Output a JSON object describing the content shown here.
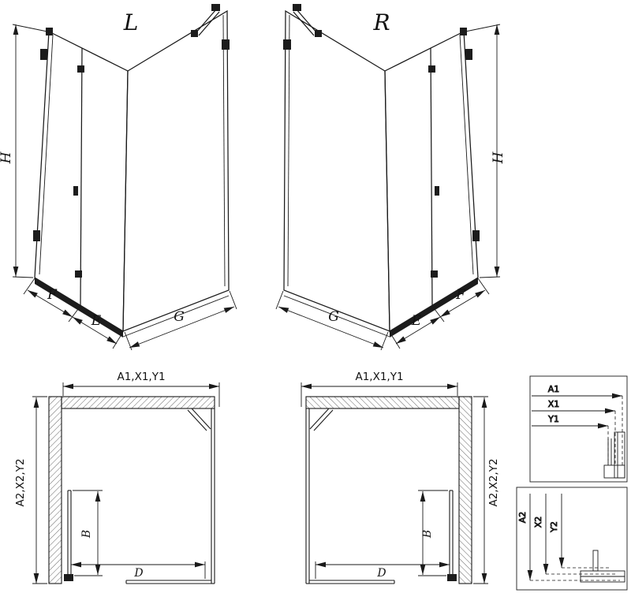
{
  "sheet": {
    "background": "#ffffff",
    "line_color": "#1a1a1a"
  },
  "views": {
    "iso_left": {
      "label": "L",
      "dim_height": "H",
      "dim_door": "F",
      "dim_front": "E",
      "dim_side": "G"
    },
    "iso_right": {
      "label": "R",
      "dim_height": "H",
      "dim_door": "F",
      "dim_front": "E",
      "dim_side": "G"
    },
    "plan_left": {
      "dim_width_group": "A1,X1,Y1",
      "dim_depth_group": "A2,X2,Y2",
      "dim_door": "B",
      "dim_entry": "D"
    },
    "plan_right": {
      "dim_width_group": "A1,X1,Y1",
      "dim_depth_group": "A2,X2,Y2",
      "dim_door": "B",
      "dim_entry": "D"
    },
    "detail_width": {
      "labels": [
        "A1",
        "X1",
        "Y1"
      ]
    },
    "detail_depth": {
      "labels": [
        "A2",
        "X2",
        "Y2"
      ]
    }
  }
}
